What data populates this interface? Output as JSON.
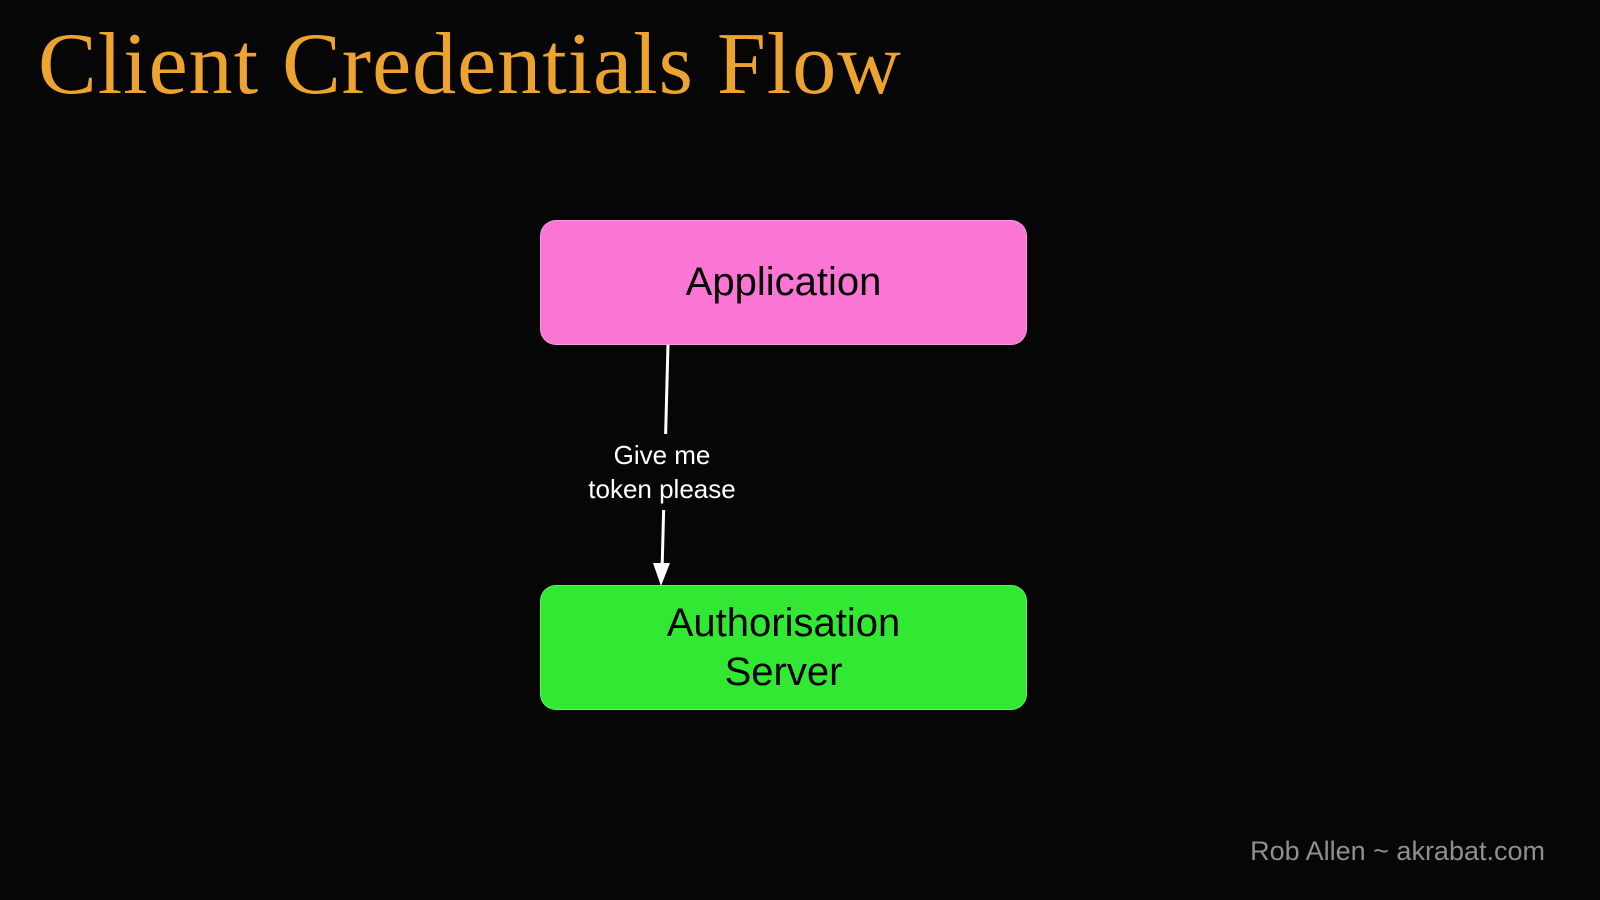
{
  "slide": {
    "title": "Client Credentials Flow",
    "footer": "Rob Allen ~ akrabat.com"
  },
  "diagram": {
    "nodes": [
      {
        "id": "application",
        "lines": [
          "Application"
        ],
        "color": "#fb76d4"
      },
      {
        "id": "authorisation-server",
        "lines": [
          "Authorisation",
          "Server"
        ],
        "color": "#33e833"
      }
    ],
    "edge": {
      "from": "application",
      "to": "authorisation-server",
      "label": [
        "Give me",
        "token please"
      ],
      "color": "#ffffff"
    }
  },
  "colors": {
    "background": "#060606",
    "title": "#eda32f",
    "footer": "#8f8f8f",
    "node_text": "#000000"
  }
}
